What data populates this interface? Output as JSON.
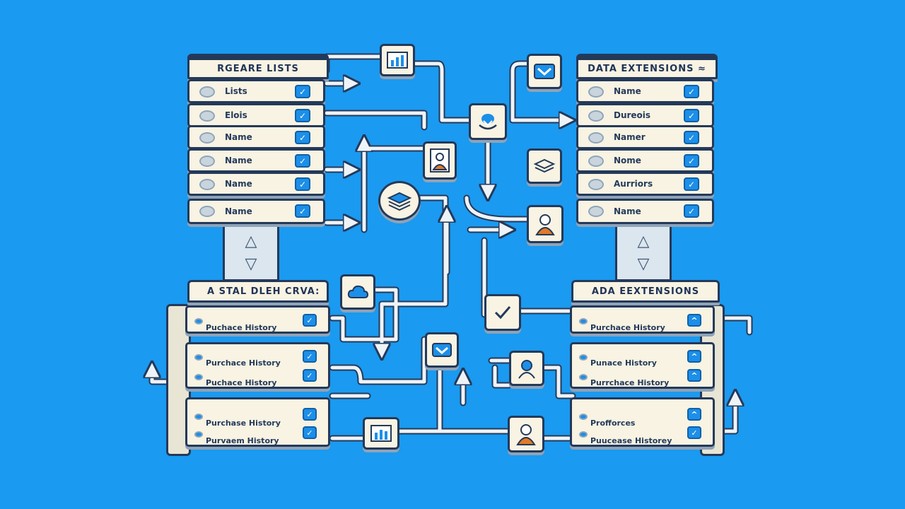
{
  "left_top": {
    "title": "RGEARE LISTS",
    "rows": [
      "Lists",
      "Elois",
      "Name",
      "Name",
      "Name",
      "Name"
    ]
  },
  "right_top": {
    "title": "DATA EXTENSIONS ≈",
    "rows": [
      "Name",
      "Dureois",
      "Namer",
      "Nome",
      "Aurriors",
      "Name"
    ]
  },
  "left_bottom": {
    "title": "A STAL DLEH CRVA:",
    "rows": [
      "Puchace History",
      "Purchace History",
      "Puchace History",
      "Purchase History",
      "Purvaem History"
    ]
  },
  "right_bottom": {
    "title": "ADA EEXTENSIONS",
    "rows": [
      "Purchace History",
      "Punace History",
      "Purrchace History",
      "Profforces",
      "Puucease Historey"
    ]
  },
  "icons": {
    "check": "✓",
    "caret": "^",
    "up_arrow": "△",
    "down_arrow": "▽"
  },
  "colors": {
    "background": "#1a9af0",
    "panel": "#f8f3e2",
    "outline": "#24395a",
    "accent": "#1c8fe8",
    "person": "#e07a2a"
  }
}
